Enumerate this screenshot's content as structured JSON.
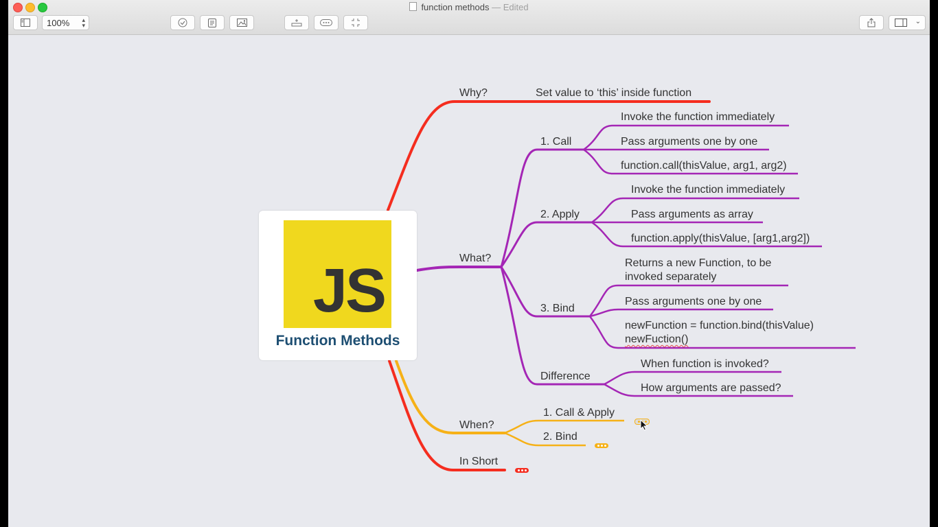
{
  "window": {
    "title": "function methods",
    "status": "— Edited"
  },
  "toolbar": {
    "zoom": "100%"
  },
  "icons": {
    "window_close": "close-light",
    "window_minimize": "minimize-light",
    "window_zoom": "zoom-light",
    "sidebar_toggle": "sidebar-icon",
    "zoom_stepper": "stepper-icon",
    "check": "checkmark-icon",
    "note": "note-icon",
    "image": "image-icon",
    "add_topic": "add-topic-icon",
    "relationship": "relationship-icon",
    "focus": "focus-icon",
    "share": "share-icon",
    "inspector": "inspector-icon",
    "chevron": "chevron-down-icon",
    "collapse": "collapsed-branch-dots",
    "cursor": "pointer-cursor"
  },
  "colors": {
    "canvas": "#e8e9ee",
    "branch_why": "#f52d1f",
    "branch_what": "#a426b5",
    "branch_when": "#f6b117",
    "branch_in_short": "#f52d1f",
    "js_yellow": "#f0d81e",
    "central_title": "#1d4e72"
  },
  "map": {
    "central": {
      "logo_text": "JS",
      "title": "Function Methods"
    },
    "why": {
      "label": "Why?",
      "answer": "Set value to ‘this’ inside function"
    },
    "what": {
      "label": "What?",
      "call": {
        "label": "1. Call",
        "points": [
          "Invoke the function immediately",
          "Pass arguments one by one",
          "function.call(thisValue, arg1, arg2)"
        ]
      },
      "apply": {
        "label": "2. Apply",
        "points": [
          "Invoke the function immediately",
          "Pass arguments as array",
          "function.apply(thisValue, [arg1,arg2])"
        ]
      },
      "bind": {
        "label": "3. Bind",
        "points": [
          "Returns a new Function, to be invoked separately",
          "Pass arguments one by one"
        ],
        "code_line1": "newFunction = function.bind(thisValue)",
        "code_line2": "newFuction()"
      },
      "difference": {
        "label": "Difference",
        "points": [
          "When function is invoked?",
          "How arguments are passed?"
        ]
      }
    },
    "when": {
      "label": "When?",
      "items": [
        "1. Call & Apply",
        "2. Bind"
      ]
    },
    "in_short": {
      "label": "In Short"
    }
  }
}
